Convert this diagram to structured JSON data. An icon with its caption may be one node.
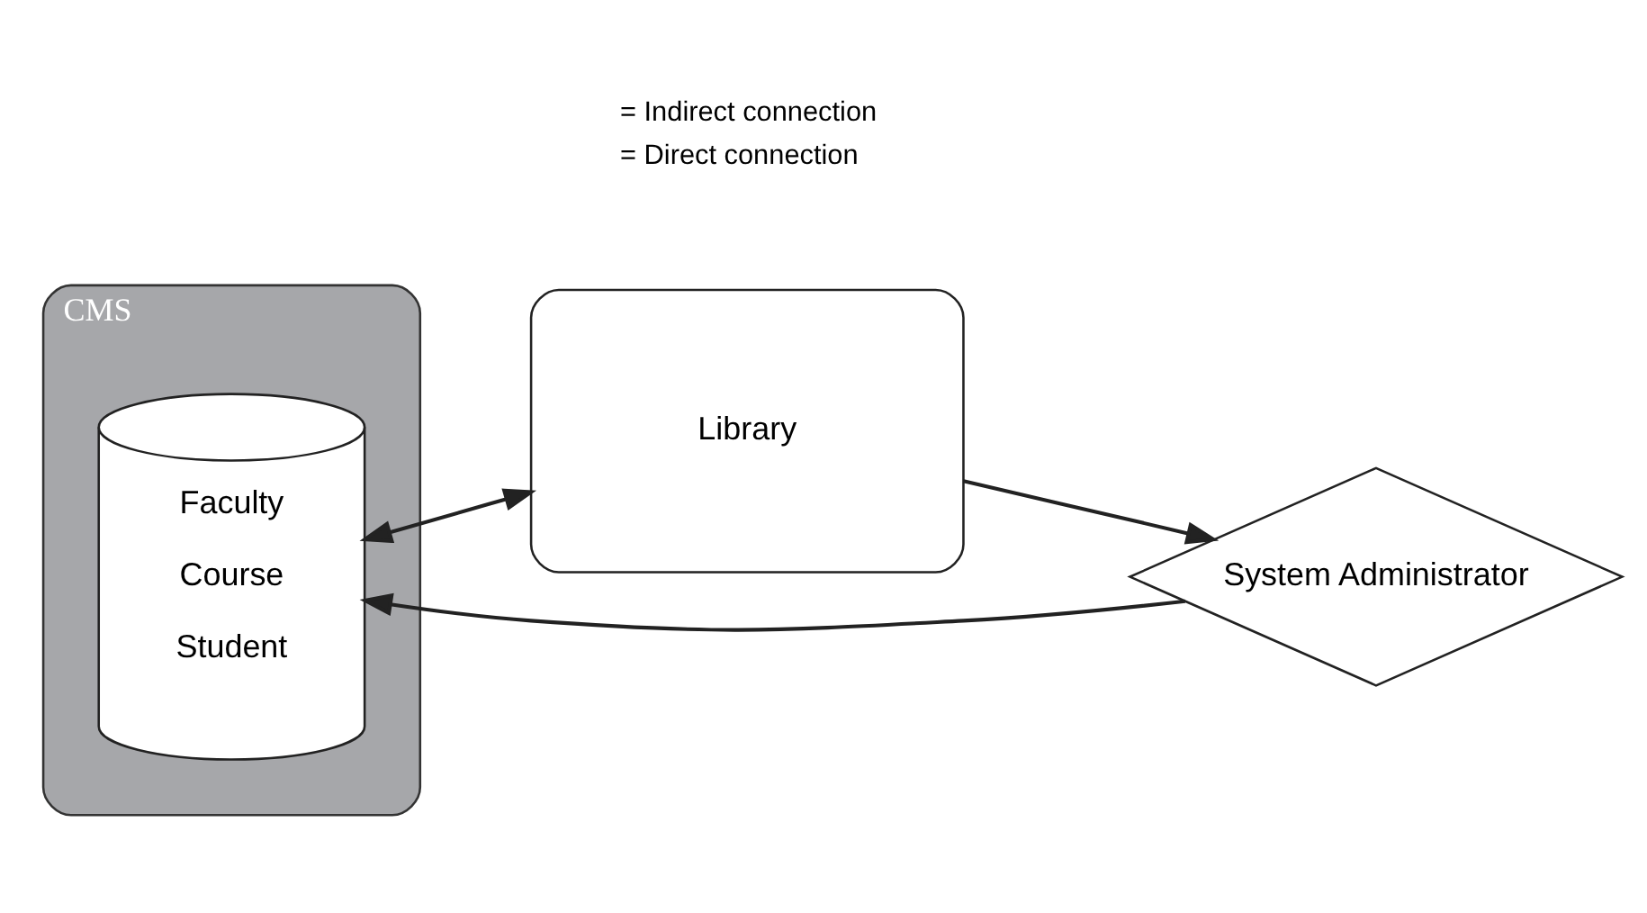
{
  "diagram": {
    "nodes": [
      {
        "text": [
          "CMS"
        ]
      },
      {
        "text": [
          "Faculty",
          "Course",
          "Student"
        ],
        "in": 0
      },
      {
        "text": [
          "Library"
        ]
      },
      {
        "text": [
          "System Administrator"
        ]
      }
    ],
    "edges": [
      {
        "from": 3,
        "to": 1,
        "arrow": "to"
      },
      {
        "from": 1,
        "to": 2,
        "arrow": "both"
      },
      {
        "from": 2,
        "to": 3,
        "arrow": "to"
      }
    ],
    "legend": [
      {
        "text": "= Indirect connection"
      },
      {
        "text": "= Direct connection"
      }
    ]
  }
}
